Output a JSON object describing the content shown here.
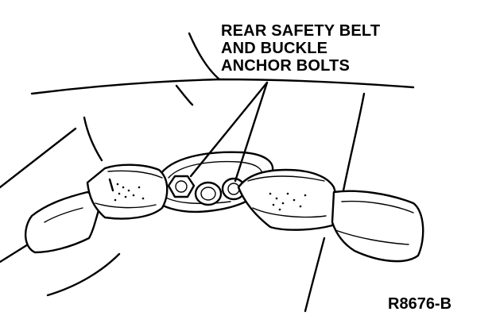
{
  "callout": {
    "line1": "REAR SAFETY BELT",
    "line2": "AND BUCKLE",
    "line3": "ANCHOR BOLTS"
  },
  "figure_id": "R8676-B",
  "colors": {
    "ink": "#000000",
    "paper": "#ffffff"
  }
}
